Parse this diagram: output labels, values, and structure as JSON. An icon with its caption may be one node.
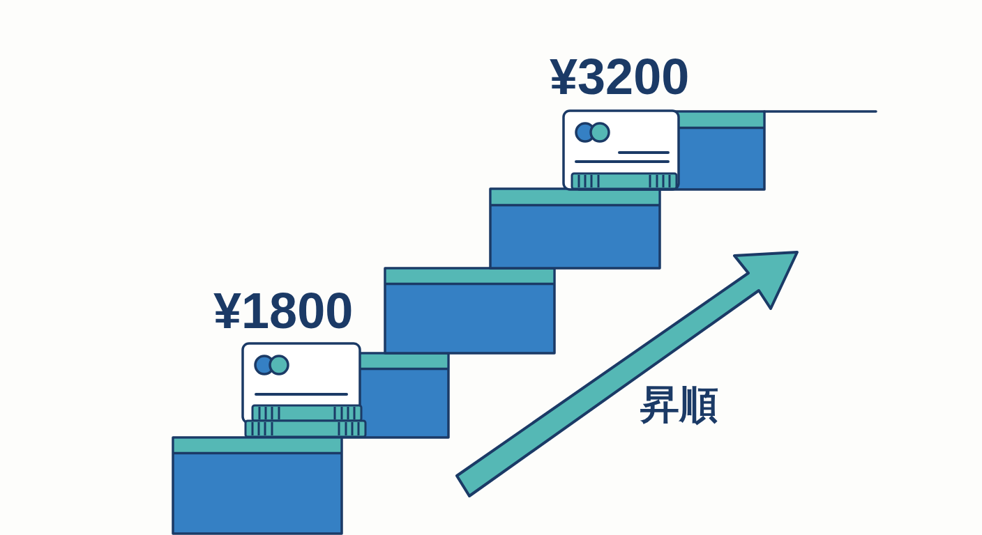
{
  "diagram": {
    "labels": [
      "¥3200",
      "¥1800",
      "昇順"
    ]
  }
}
